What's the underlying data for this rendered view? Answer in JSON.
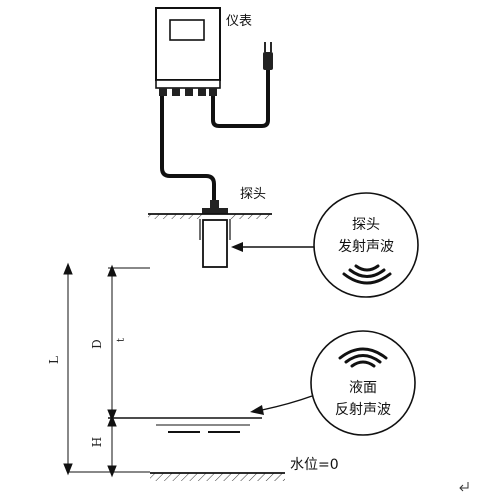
{
  "labels": {
    "meter": "仪表",
    "probe": "探头",
    "bubble_top_line1": "探头",
    "bubble_top_line2": "发射声波",
    "bubble_bottom_line1": "液面",
    "bubble_bottom_line2": "反射声波",
    "water_level": "水位=0",
    "dim_L": "L",
    "dim_D": "D",
    "dim_t": "t",
    "dim_H": "H"
  }
}
